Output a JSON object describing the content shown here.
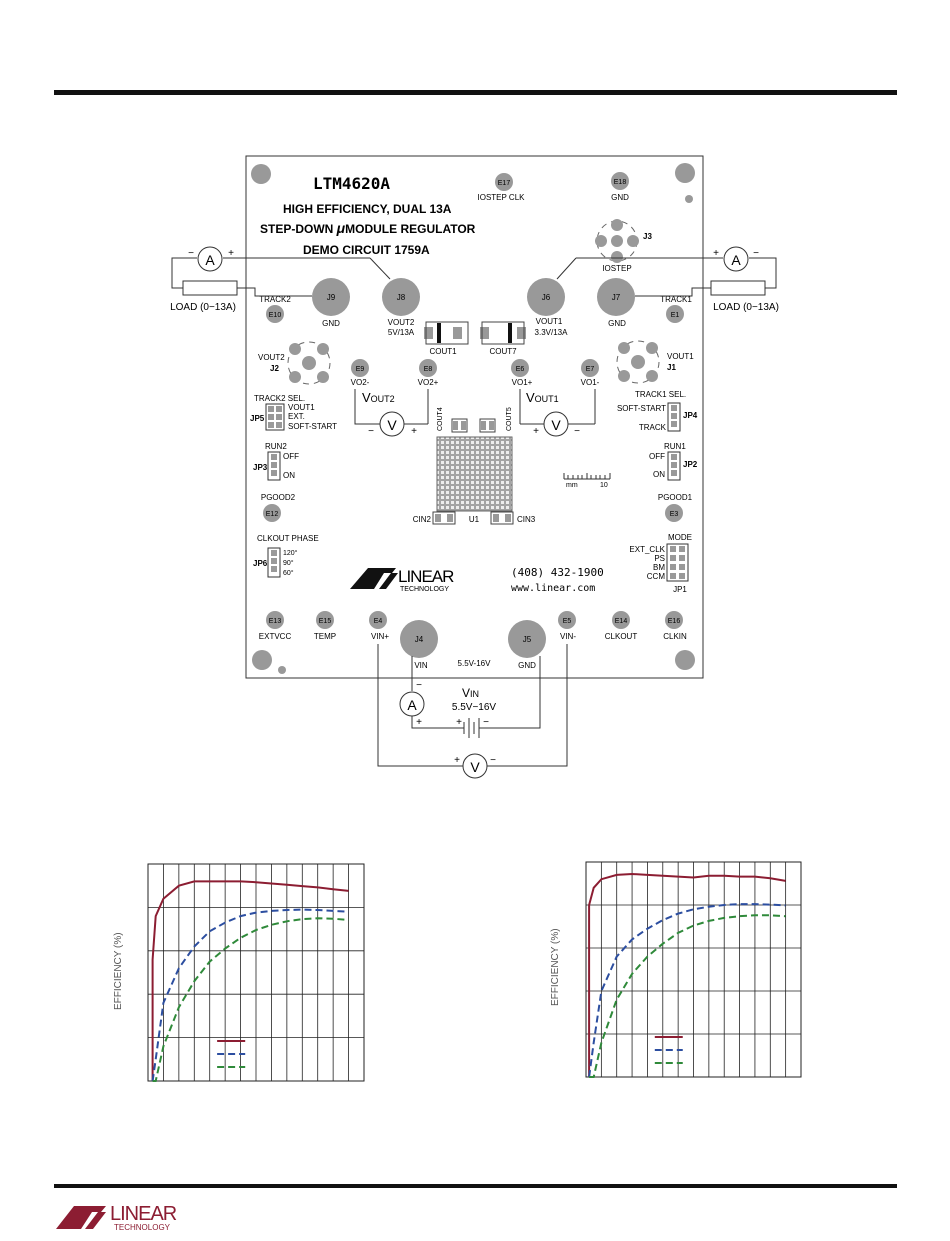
{
  "board": {
    "title": "LTM4620A",
    "line1": "HIGH EFFICIENCY, DUAL 13A",
    "line2_a": "STEP-DOWN ",
    "line2_mu": "μ",
    "line2_b": "MODULE REGULATOR",
    "line3": "DEMO CIRCUIT 1759A",
    "phone": "(408) 432-1900",
    "website": "www.linear.com",
    "logo_word": "LINEAR",
    "logo_sub": "TECHNOLOGY",
    "turrets": {
      "e17": {
        "id": "E17",
        "label": "IOSTEP CLK"
      },
      "e18": {
        "id": "E18",
        "label": "GND"
      },
      "e10": {
        "id": "E10",
        "label": "TRACK2"
      },
      "e1": {
        "id": "E1",
        "label": "TRACK1"
      },
      "e9": {
        "id": "E9",
        "label": "VO2-"
      },
      "e8": {
        "id": "E8",
        "label": "VO2+"
      },
      "e6": {
        "id": "E6",
        "label": "VO1+"
      },
      "e7": {
        "id": "E7",
        "label": "VO1-"
      },
      "e12": {
        "id": "E12",
        "label": "PGOOD2"
      },
      "e3": {
        "id": "E3",
        "label": "PGOOD1"
      },
      "e13": {
        "id": "E13",
        "label": "EXTVCC"
      },
      "e15": {
        "id": "E15",
        "label": "TEMP"
      },
      "e4": {
        "id": "E4",
        "label": "VIN+"
      },
      "e5": {
        "id": "E5",
        "label": "VIN-"
      },
      "e14": {
        "id": "E14",
        "label": "CLKOUT"
      },
      "e16": {
        "id": "E16",
        "label": "CLKIN"
      }
    },
    "jacks": {
      "j9": {
        "id": "J9",
        "label": "GND"
      },
      "j8": {
        "id": "J8",
        "label1": "VOUT2",
        "label2": "5V/13A"
      },
      "j6": {
        "id": "J6",
        "label1": "VOUT1",
        "label2": "3.3V/13A"
      },
      "j7": {
        "id": "J7",
        "label": "GND"
      },
      "j4": {
        "id": "J4",
        "label": "VIN"
      },
      "j5": {
        "id": "J5",
        "label": "GND"
      },
      "vin_range": "5.5V-16V"
    },
    "connectors": {
      "j3": {
        "id": "J3",
        "label": "IOSTEP"
      },
      "j2": {
        "id": "J2",
        "label": "VOUT2"
      },
      "j1": {
        "id": "J1",
        "label": "VOUT1"
      }
    },
    "caps": {
      "cout1": "COUT1",
      "cout7": "COUT7",
      "cout4": "COUT4",
      "cout5": "COUT5",
      "cin2": "CIN2",
      "cin3": "CIN3",
      "u1": "U1"
    },
    "scale": {
      "unit": "mm",
      "value": "10"
    },
    "jp5": {
      "id": "JP5",
      "title": "TRACK2 SEL.",
      "opt1": "VOUT1",
      "opt2": "EXT.",
      "opt3": "SOFT-START"
    },
    "jp4": {
      "id": "JP4",
      "title": "TRACK1 SEL.",
      "opt1": "SOFT-START",
      "opt2": "TRACK"
    },
    "jp3": {
      "id": "JP3",
      "title": "RUN2",
      "opt1": "OFF",
      "opt2": "ON"
    },
    "jp2": {
      "id": "JP2",
      "title": "RUN1",
      "opt1": "OFF",
      "opt2": "ON"
    },
    "jp6": {
      "id": "JP6",
      "title": "CLKOUT PHASE",
      "opt1": "120°",
      "opt2": "90°",
      "opt3": "60°"
    },
    "jp1": {
      "id": "JP1",
      "title": "MODE",
      "opt1": "EXT_CLK",
      "opt2": "PS",
      "opt3": "BM",
      "opt4": "CCM"
    }
  },
  "test_setup": {
    "ammeter": "A",
    "voltmeter": "V",
    "plus": "+",
    "minus": "−",
    "load": "LOAD (0−13A)",
    "vout2_main": "V",
    "vout2_sub": "OUT2",
    "vout1_main": "V",
    "vout1_sub": "OUT1",
    "vin_main": "V",
    "vin_sub": "IN",
    "vin_range": "5.5V−16V"
  },
  "chart_data": [
    {
      "type": "line",
      "ylabel": "EFFICIENCY (%)",
      "x": [
        0.3,
        0.5,
        1,
        2,
        3,
        4,
        5,
        6,
        7,
        8,
        9,
        10,
        11,
        12,
        13
      ],
      "series": [
        {
          "color": "#8c1d32",
          "dash": "solid",
          "values": [
            78,
            88,
            92,
            95,
            96,
            96,
            96,
            96,
            95.8,
            95.5,
            95.2,
            94.9,
            94.6,
            94.2,
            93.8
          ]
        },
        {
          "color": "#2c4ea0",
          "dash": "dashed",
          "values": [
            30,
            55,
            68,
            76,
            81,
            84.5,
            86.5,
            88,
            88.8,
            89.2,
            89.4,
            89.5,
            89.4,
            89.2,
            89.0
          ]
        },
        {
          "color": "#2f8a3a",
          "dash": "dashed",
          "values": [
            15,
            42,
            58,
            67,
            73,
            77.5,
            80.5,
            83,
            84.8,
            86,
            86.8,
            87.3,
            87.5,
            87.4,
            87.1
          ]
        }
      ],
      "legend": "lower-center"
    },
    {
      "type": "line",
      "ylabel": "EFFICIENCY (%)",
      "x": [
        0.2,
        0.5,
        1,
        2,
        3,
        4,
        5,
        6,
        7,
        8,
        9,
        10,
        11,
        12,
        13
      ],
      "series": [
        {
          "color": "#8c1d32",
          "dash": "solid",
          "values": [
            90,
            94,
            96,
            97,
            97.2,
            97,
            96.8,
            96.6,
            96.4,
            96.8,
            96.8,
            96.6,
            96.6,
            96.2,
            95.6
          ]
        },
        {
          "color": "#2c4ea0",
          "dash": "dashed",
          "values": [
            30,
            58,
            70,
            78,
            82,
            84.5,
            86.5,
            88,
            89,
            89.6,
            90,
            90.2,
            90.2,
            90.1,
            89.9
          ]
        },
        {
          "color": "#2f8a3a",
          "dash": "dashed",
          "values": [
            15,
            42,
            58,
            68,
            74,
            78,
            81,
            83.5,
            85.2,
            86.3,
            87,
            87.4,
            87.6,
            87.6,
            87.4
          ]
        }
      ],
      "legend": "lower-center"
    }
  ],
  "footer": {
    "logo_word": "LINEAR",
    "logo_sub": "TECHNOLOGY"
  }
}
